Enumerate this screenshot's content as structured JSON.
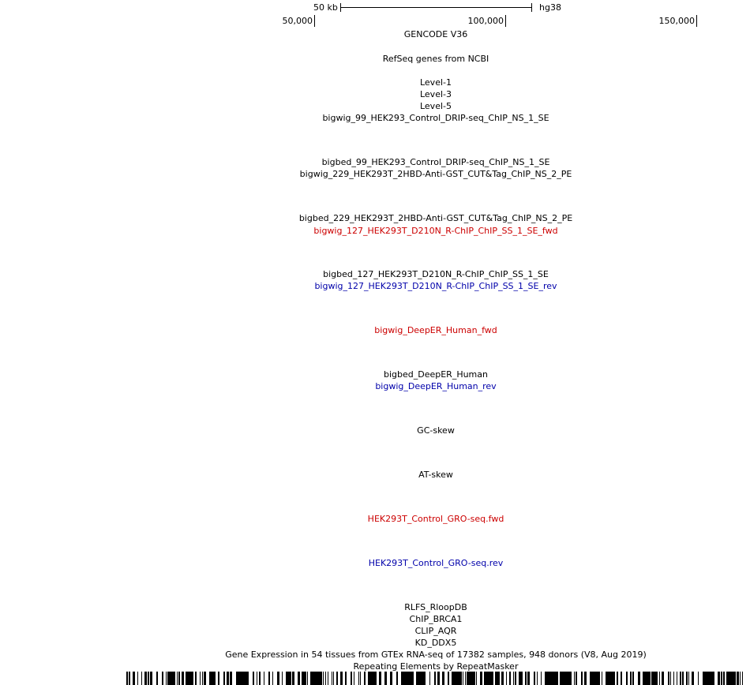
{
  "scale": {
    "bar_label": "50 kb",
    "assembly": "hg38"
  },
  "ruler": {
    "coords": [
      "50,000",
      "100,000",
      "150,000"
    ]
  },
  "colors": {
    "black": "#000000",
    "fwd": "#cc0000",
    "rev": "#0000aa"
  },
  "tracks": [
    {
      "label": "GENCODE V36",
      "color": "black"
    },
    {
      "label": "RefSeq genes from NCBI",
      "color": "black"
    },
    {
      "label": "Level-1",
      "color": "black"
    },
    {
      "label": "Level-3",
      "color": "black"
    },
    {
      "label": "Level-5",
      "color": "black"
    },
    {
      "label": "bigwig_99_HEK293_Control_DRIP-seq_ChIP_NS_1_SE",
      "color": "black"
    },
    {
      "label": "bigbed_99_HEK293_Control_DRIP-seq_ChIP_NS_1_SE",
      "color": "black"
    },
    {
      "label": "bigwig_229_HEK293T_2HBD-Anti-GST_CUT&Tag_ChIP_NS_2_PE",
      "color": "black"
    },
    {
      "label": "bigbed_229_HEK293T_2HBD-Anti-GST_CUT&Tag_ChIP_NS_2_PE",
      "color": "black"
    },
    {
      "label": "bigwig_127_HEK293T_D210N_R-ChIP_ChIP_SS_1_SE_fwd",
      "color": "fwd"
    },
    {
      "label": "bigbed_127_HEK293T_D210N_R-ChIP_ChIP_SS_1_SE",
      "color": "black"
    },
    {
      "label": "bigwig_127_HEK293T_D210N_R-ChIP_ChIP_SS_1_SE_rev",
      "color": "rev"
    },
    {
      "label": "bigwig_DeepER_Human_fwd",
      "color": "fwd"
    },
    {
      "label": "bigbed_DeepER_Human",
      "color": "black"
    },
    {
      "label": "bigwig_DeepER_Human_rev",
      "color": "rev"
    },
    {
      "label": "GC-skew",
      "color": "black"
    },
    {
      "label": "AT-skew",
      "color": "black"
    },
    {
      "label": "HEK293T_Control_GRO-seq.fwd",
      "color": "fwd"
    },
    {
      "label": "HEK293T_Control_GRO-seq.rev",
      "color": "rev"
    },
    {
      "label": "RLFS_RloopDB",
      "color": "black"
    },
    {
      "label": "ChIP_BRCA1",
      "color": "black"
    },
    {
      "label": "CLIP_AQR",
      "color": "black"
    },
    {
      "label": "KD_DDX5",
      "color": "black"
    },
    {
      "label": "Gene Expression in 54 tissues from GTEx RNA-seq of 17382 samples, 948 donors (V8, Aug 2019)",
      "color": "black"
    },
    {
      "label": "Repeating Elements by RepeatMasker",
      "color": "black"
    }
  ]
}
